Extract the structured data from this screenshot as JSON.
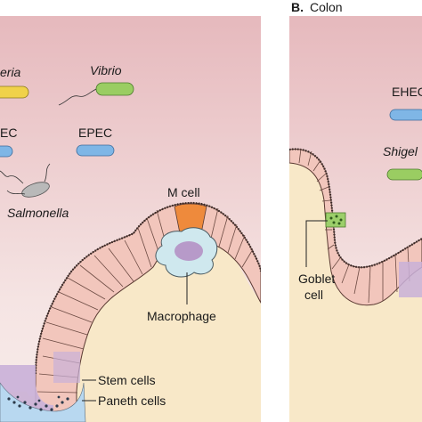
{
  "panel_b": {
    "letter": "B.",
    "title": "Colon"
  },
  "pathogens_small_intestine": {
    "listeria_partial": "eria",
    "vibrio": "Vibrio",
    "epec_left_partial": "EC",
    "epec": "EPEC",
    "salmonella": "Salmonella"
  },
  "pathogens_colon": {
    "ehec_partial": "EHEC",
    "shigella_partial": "Shigel"
  },
  "cell_labels": {
    "m_cell": "M cell",
    "macrophage": "Macrophage",
    "stem_cells": "Stem cells",
    "paneth_cells": "Paneth cells",
    "goblet_line1": "Goblet",
    "goblet_line2": "cell"
  },
  "colors": {
    "lumen_top": "#e6b9bd",
    "lumen_bottom": "#f7e9e8",
    "lamina": "#f8e8c8",
    "epithelium": "#f2c6bc",
    "m_cell": "#ee8a3c",
    "macrophage": "#cfe8ee",
    "stem": "#c9b0d8",
    "paneth": "#b8d8f0",
    "goblet": "#9ccf6a",
    "yellow_bacterium": "#f0d24a",
    "green_bacterium": "#9acd62",
    "blue_bacterium": "#7fb6e6",
    "salmonella": "#b9b9b9"
  }
}
